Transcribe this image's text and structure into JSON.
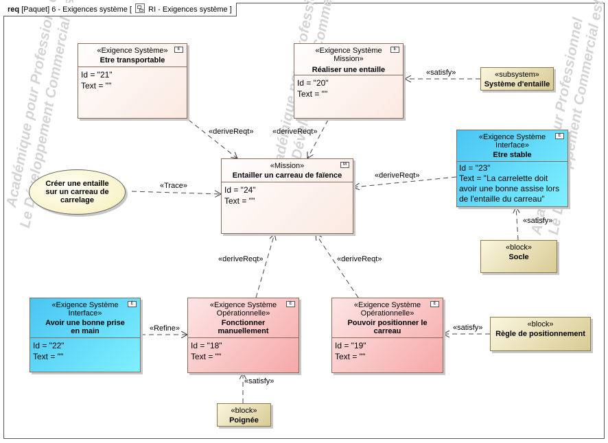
{
  "frame": {
    "kind": "req",
    "package": "[Paquet] 6 - Exigences système [",
    "diagram_name": "RI - Exigences système ]"
  },
  "watermark": {
    "line1": "Académique pour Professionnel",
    "line2": "Le Développement Commercial est interdit"
  },
  "requirements": {
    "r21": {
      "stereotype": "«Exigence Système»",
      "name": "Etre transportable",
      "id": "Id = \"21\"",
      "text": "Text = \"\""
    },
    "r20": {
      "stereotype": "«Exigence Système Mission»",
      "name": "Réaliser une entaille",
      "id": "Id = \"20\"",
      "text": "Text = \"\""
    },
    "r23": {
      "stereotype": "«Exigence Système Interface»",
      "name": "Etre stable",
      "id": "Id = \"23\"",
      "text": "Text = \"La carrelette doit avoir une bonne assise lors de l'entaille du carreau\""
    },
    "r24": {
      "stereotype": "«Mission»",
      "name": "Entailler un carreau de faïence",
      "id": "Id = \"24\"",
      "text": "Text = \"\""
    },
    "r22": {
      "stereotype": "«Exigence Système Interface»",
      "name": "Avoir une bonne prise en main",
      "id": "Id = \"22\"",
      "text": "Text = \"\""
    },
    "r18": {
      "stereotype": "«Exigence Système Opérationnelle»",
      "name": "Fonctionner manuellement",
      "id": "Id = \"18\"",
      "text": "Text = \"\""
    },
    "r19": {
      "stereotype": "«Exigence Système Opérationnelle»",
      "name": "Pouvoir positionner le carreau",
      "id": "Id = \"19\"",
      "text": "Text = \"\""
    }
  },
  "blocks": {
    "subsystem": {
      "stereotype": "«subsystem»",
      "name": "Système d'entaille"
    },
    "socle": {
      "stereotype": "«block»",
      "name": "Socle"
    },
    "regle": {
      "stereotype": "«block»",
      "name": "Règle de positionnement"
    },
    "poignee": {
      "stereotype": "«block»",
      "name": "Poignée"
    }
  },
  "usecase": {
    "name": "Créer une entaille sur un carreau de carrelage"
  },
  "relations": {
    "derive_21": "«deriveReqt»",
    "derive_20": "«deriveReqt»",
    "derive_23": "«deriveReqt»",
    "derive_18": "«deriveReqt»",
    "derive_19": "«deriveReqt»",
    "trace": "«Trace»",
    "refine": "«Refine»",
    "satisfy_subsystem": "«satisfy»",
    "satisfy_socle": "«satisfy»",
    "satisfy_regle": "«satisfy»",
    "satisfy_poignee": "«satisfy»"
  },
  "colors": {
    "mission": "#fbe9e2",
    "operational": "#f6a8a8",
    "interface": "#49c5f4",
    "block": "#d8cb94",
    "usecase": "#f7eeb6"
  }
}
